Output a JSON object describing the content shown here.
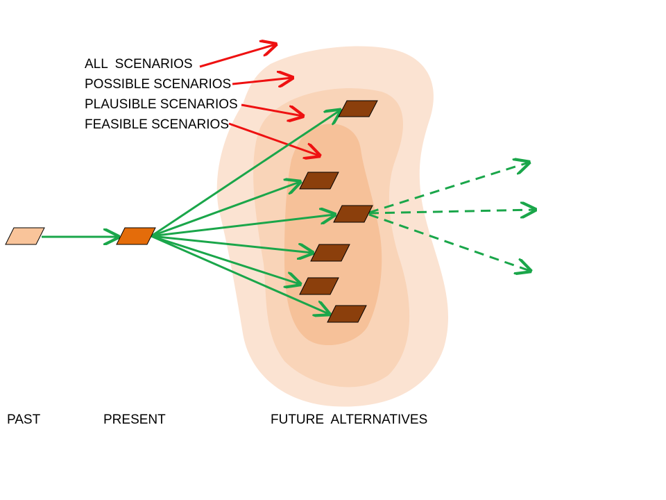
{
  "legend": {
    "all": "ALL  SCENARIOS",
    "possible": "POSSIBLE SCENARIOS",
    "plausible": "PLAUSIBLE SCENARIOS",
    "feasible": "FEASIBLE SCENARIOS"
  },
  "timeline": {
    "past": "PAST",
    "present": "PRESENT",
    "future": "FUTURE  ALTERNATIVES"
  },
  "colors": {
    "arrow_red": "#ee1111",
    "arrow_green": "#1aa64a",
    "past_box": "#f9c49a",
    "present_box": "#e46c0a",
    "future_box": "#8b3f0c",
    "region_possible": "#fbe3d2",
    "region_plausible": "#f9d4b8",
    "region_feasible": "#f6c199"
  }
}
